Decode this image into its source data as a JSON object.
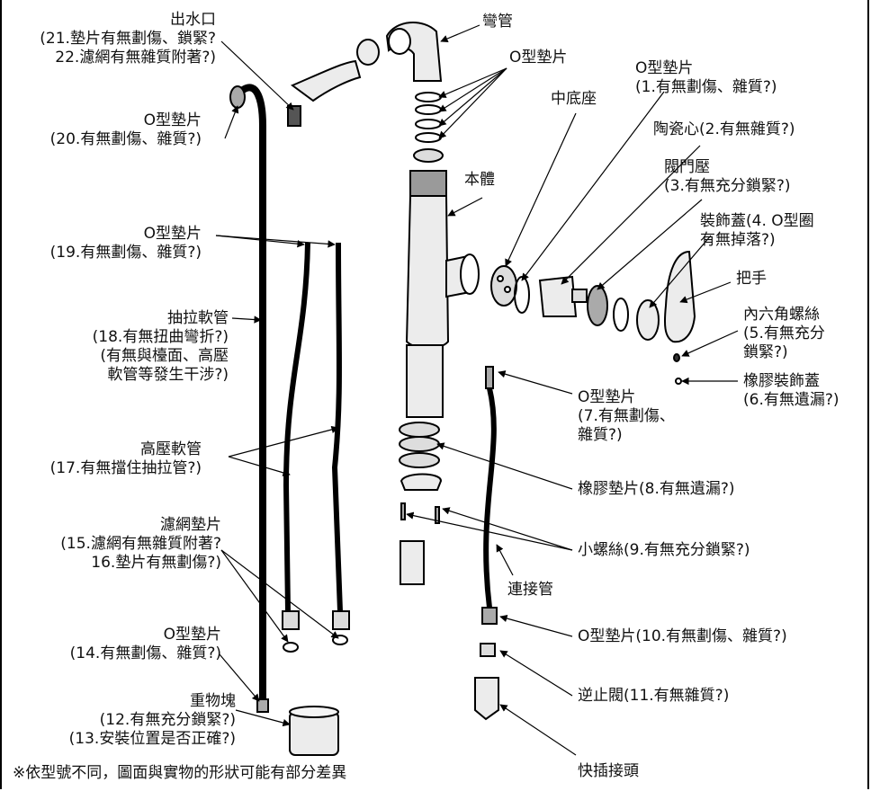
{
  "labels": {
    "outlet": {
      "line1": "出水口",
      "line2": "(21.墊片有無劃傷、鎖緊?",
      "line3": "22.濾網有無雜質附著?)"
    },
    "oring20": {
      "line1": "O型墊片",
      "line2": "(20.有無劃傷、雜質?)"
    },
    "oring19": {
      "line1": "O型墊片",
      "line2": "(19.有無劃傷、雜質?)"
    },
    "pullhose": {
      "line1": "抽拉軟管",
      "line2": "(18.有無扭曲彎折?)",
      "line3": "(有無與檯面、高壓",
      "line4": "軟管等發生干涉?)"
    },
    "hphose": {
      "line1": "高壓軟管",
      "line2": "(17.有無擋住抽拉管?)"
    },
    "filter": {
      "line1": "濾網墊片",
      "line2": "(15.濾網有無雜質附著?",
      "line3": "16.墊片有無劃傷?)"
    },
    "oring14": {
      "line1": "O型墊片",
      "line2": "(14.有無劃傷、雜質?)"
    },
    "weight": {
      "line1": "重物塊",
      "line2": "(12.有無充分鎖緊?)",
      "line3": "(13.安裝位置是否正確?)"
    },
    "spout": "彎管",
    "oring_top": "O型墊片",
    "midbase": "中底座",
    "oring1": {
      "line1": "O型墊片",
      "line2": "(1.有無劃傷、雜質?)"
    },
    "cartridge": "陶瓷心(2.有無雜質?)",
    "valvecap": {
      "line1": "閥門壓",
      "line2": "(3.有無充分鎖緊?)"
    },
    "cover": {
      "line1": "裝飾蓋(4. O型圈",
      "line2": "有無掉落?)"
    },
    "body": "本體",
    "handle": "把手",
    "hexscrew": {
      "line1": "內六角螺絲",
      "line2": "(5.有無充分",
      "line3": "鎖緊?)"
    },
    "rubbercap": {
      "line1": "橡膠裝飾蓋",
      "line2": "(6.有無遺漏?)"
    },
    "oring7": {
      "line1": "O型墊片",
      "line2": "(7.有無劃傷、",
      "line3": "雜質?)"
    },
    "rubbergasket": "橡膠墊片(8.有無遺漏?)",
    "smallscrew": "小螺絲(9.有無充分鎖緊?)",
    "connpipe": "連接管",
    "oring10": "O型墊片(10.有無劃傷、雜質?)",
    "checkvalve": "逆止閥(11.有無雜質?)",
    "quickconn": "快插接頭",
    "note": "※依型號不同，圖面與實物的形狀可能有部分差異"
  },
  "colors": {
    "line": "#000000",
    "part_fill": "#e9e9e9",
    "part_dark": "#8a8a8a"
  }
}
